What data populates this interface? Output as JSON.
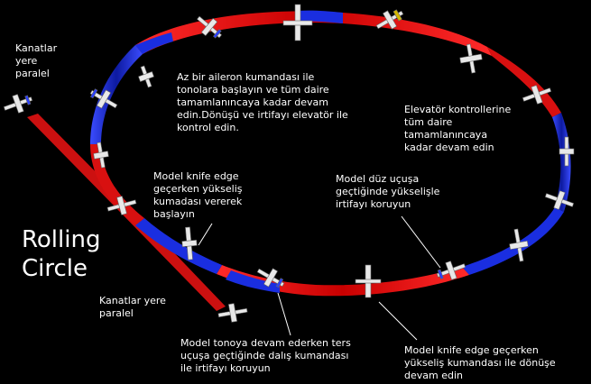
{
  "title": "Rolling\nCircle",
  "labels": {
    "wings_level_top": "Kanatlar\nyere\nparalel",
    "wings_level_bottom": "Kanatlar yere\nparalel",
    "aileron_start": "Az bir aileron kumandası ile\ntonolara başlayın ve tüm daire\ntamamlanıncaya kadar devam\nedin.Dönüşü ve irtifayı elevatör ile\nkontrol edin.",
    "elevator_continue": "Elevatör kontrollerine\ntüm daire\ntamamlanıncaya\nkadar devam edin",
    "knife_edge_climb": "Model knife edge\ngeçerken yükseliş\nkumadası vererek\nbaşlayın",
    "level_altitude": "Model düz uçuşa\ngeçtiğinde yükselişle\nirtifayı koruyun",
    "inverted_dive": "Model tonoya devam ederken ters\nuçuşa geçtiğinde dalış kumandası\nile irtifayı koruyun",
    "knife_edge_turn": "Model knife edge geçerken\nyükseliş kumandası ile dönüşe\ndevam edin"
  },
  "colors": {
    "background": "#000000",
    "ribbon_red": "#e01010",
    "ribbon_blue": "#1a2ee0",
    "text": "#ffffff",
    "plane_body": "#e6e6e6"
  }
}
